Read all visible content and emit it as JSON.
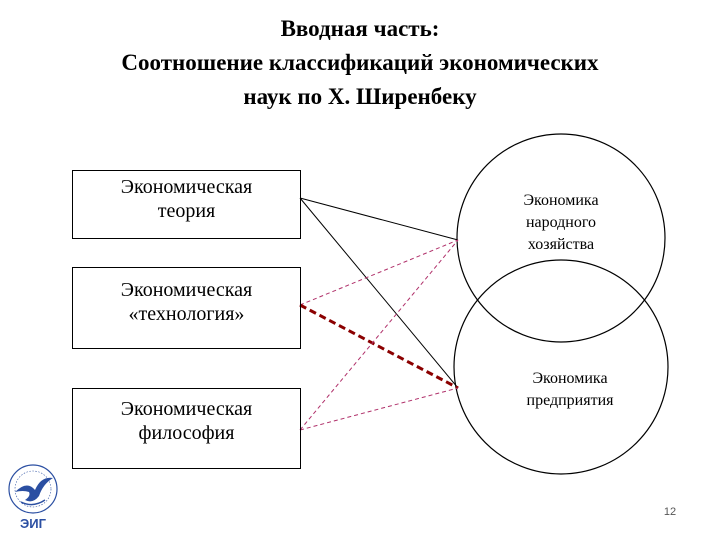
{
  "title": {
    "line1": "Вводная часть:",
    "line2": "Соотношение классификаций экономических",
    "line3": "наук по Х. Ширенбеку"
  },
  "boxes": [
    {
      "line1": "Экономическая",
      "line2": "теория"
    },
    {
      "line1": "Экономическая",
      "line2": "«технология»"
    },
    {
      "line1": "Экономическая",
      "line2": "философия"
    }
  ],
  "circles": [
    {
      "line1": "Экономика",
      "line2": "народного",
      "line3": "хозяйства"
    },
    {
      "line1": "Экономика",
      "line2": "предприятия"
    }
  ],
  "colors": {
    "box_border": "#000000",
    "line_solid": "#000000",
    "line_dashed_thin": "#b0306a",
    "line_dashed_thick": "#8b0000",
    "logo": "#2b4fa2"
  },
  "page_number": "12",
  "logo": {
    "text": "ЭИГ",
    "icon": "bird-logo-icon"
  }
}
